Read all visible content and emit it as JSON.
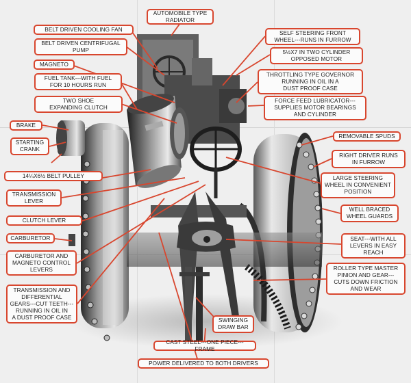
{
  "callouts": {
    "radiator": "AUTOMOBILE TYPE\nRADIATOR",
    "fan": "BELT DRIVEN COOLING FAN",
    "pump": "BELT DRIVEN CENTRIFUGAL\nPUMP",
    "magneto": "MAGNETO",
    "fuel_tank": "FUEL TANK---WITH FUEL\nFOR 10 HOURS RUN",
    "clutch": "TWO SHOE\nEXPANDING CLUTCH",
    "brake": "BRAKE",
    "starting_crank": "STARTING\nCRANK",
    "belt_pulley": "14¼X6½ BELT PULLEY",
    "transmission_lever": "TRANSMISSION\nLEVER",
    "clutch_lever": "CLUTCH LEVER",
    "carburetor": "CARBURETOR",
    "controls": "CARBURETOR AND\nMAGNETO CONTROL\nLEVERS",
    "transmission": "TRANSMISSION AND\nDIFFERENTIAL\nGEARS---CUT TEETH---\nRUNNING IN OIL IN\nA DUST PROOF CASE",
    "frame": "CAST STEEL---ONE PIECE---FRAME",
    "power": "POWER DELIVERED TO BOTH DRIVERS",
    "drawbar": "SWINGING\nDRAW BAR",
    "self_steering": "SELF STEERING FRONT\nWHEEL---RUNS IN FURROW",
    "motor": "5½X7 IN TWO CYLINDER\nOPPOSED MOTOR",
    "governor": "THROTTLING TYPE GOVERNOR\nRUNNING IN OIL IN A\nDUST PROOF CASE",
    "lubricator": "FORCE FEED LUBRICATOR---\nSUPPLIES MOTOR BEARINGS\nAND CYLINDER",
    "spuds": "REMOVABLE SPUDS",
    "right_driver": "RIGHT DRIVER RUNS\nIN FURROW",
    "steering_wheel": "LARGE STEERING\nWHEEL IN CONVENIENT\nPOSITION",
    "guards": "WELL BRACED\nWHEEL GUARDS",
    "seat": "SEAT---WITH ALL\nLEVERS IN EASY\nREACH",
    "master_pinion": "ROLLER TYPE MASTER\nPINION AND GEAR---\nCUTS DOWN FRICTION\nAND WEAR"
  },
  "colors": {
    "callout_border": "#d8462e",
    "leader": "#d8462e",
    "paper": "#efefef",
    "metal_dark": "#3a3a3a",
    "metal_light": "#cfcfcf"
  }
}
